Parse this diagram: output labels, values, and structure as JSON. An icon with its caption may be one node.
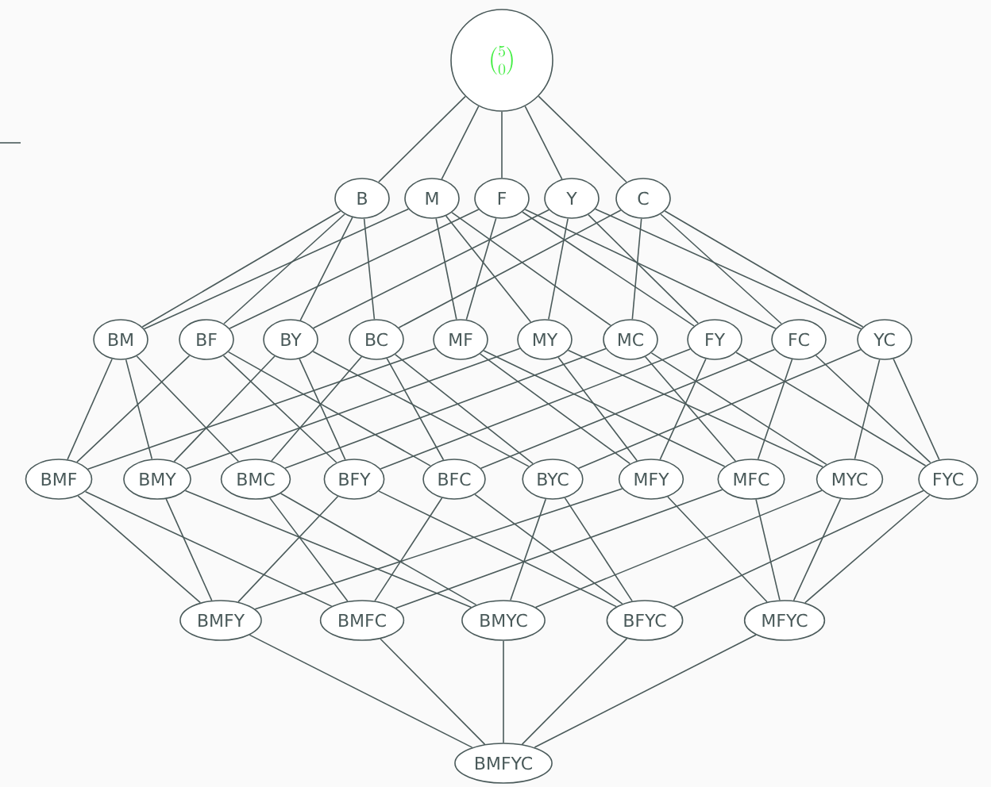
{
  "diagram": {
    "nodes": [
      {
        "text": [
          "\\binom{5}{0}"
        ]
      },
      {
        "text": [
          "B"
        ]
      },
      {
        "text": [
          "M"
        ]
      },
      {
        "text": [
          "F"
        ]
      },
      {
        "text": [
          "Y"
        ]
      },
      {
        "text": [
          "C"
        ]
      },
      {
        "text": [
          "BM"
        ]
      },
      {
        "text": [
          "BF"
        ]
      },
      {
        "text": [
          "BY"
        ]
      },
      {
        "text": [
          "BC"
        ]
      },
      {
        "text": [
          "MF"
        ]
      },
      {
        "text": [
          "MY"
        ]
      },
      {
        "text": [
          "MC"
        ]
      },
      {
        "text": [
          "FY"
        ]
      },
      {
        "text": [
          "FC"
        ]
      },
      {
        "text": [
          "YC"
        ]
      },
      {
        "text": [
          "BMF"
        ]
      },
      {
        "text": [
          "BMY"
        ]
      },
      {
        "text": [
          "BMC"
        ]
      },
      {
        "text": [
          "BFY"
        ]
      },
      {
        "text": [
          "BFC"
        ]
      },
      {
        "text": [
          "BYC"
        ]
      },
      {
        "text": [
          "MFY"
        ]
      },
      {
        "text": [
          "MFC"
        ]
      },
      {
        "text": [
          "MYC"
        ]
      },
      {
        "text": [
          "FYC"
        ]
      },
      {
        "text": [
          "BMFY"
        ]
      },
      {
        "text": [
          "BMFC"
        ]
      },
      {
        "text": [
          "BMYC"
        ]
      },
      {
        "text": [
          "BFYC"
        ]
      },
      {
        "text": [
          "MFYC"
        ]
      },
      {
        "text": [
          "BMFYC"
        ]
      }
    ],
    "edges": [
      {
        "from": 0,
        "to": 1,
        "arrow": "none"
      },
      {
        "from": 0,
        "to": 2,
        "arrow": "none"
      },
      {
        "from": 0,
        "to": 3,
        "arrow": "none"
      },
      {
        "from": 0,
        "to": 4,
        "arrow": "none"
      },
      {
        "from": 0,
        "to": 5,
        "arrow": "none"
      },
      {
        "from": 1,
        "to": 6,
        "arrow": "none"
      },
      {
        "from": 2,
        "to": 6,
        "arrow": "none"
      },
      {
        "from": 1,
        "to": 7,
        "arrow": "none"
      },
      {
        "from": 3,
        "to": 7,
        "arrow": "none"
      },
      {
        "from": 1,
        "to": 8,
        "arrow": "none"
      },
      {
        "from": 4,
        "to": 8,
        "arrow": "none"
      },
      {
        "from": 1,
        "to": 9,
        "arrow": "none"
      },
      {
        "from": 5,
        "to": 9,
        "arrow": "none"
      },
      {
        "from": 2,
        "to": 10,
        "arrow": "none"
      },
      {
        "from": 3,
        "to": 10,
        "arrow": "none"
      },
      {
        "from": 2,
        "to": 11,
        "arrow": "none"
      },
      {
        "from": 4,
        "to": 11,
        "arrow": "none"
      },
      {
        "from": 2,
        "to": 12,
        "arrow": "none"
      },
      {
        "from": 5,
        "to": 12,
        "arrow": "none"
      },
      {
        "from": 3,
        "to": 13,
        "arrow": "none"
      },
      {
        "from": 4,
        "to": 13,
        "arrow": "none"
      },
      {
        "from": 3,
        "to": 14,
        "arrow": "none"
      },
      {
        "from": 5,
        "to": 14,
        "arrow": "none"
      },
      {
        "from": 4,
        "to": 15,
        "arrow": "none"
      },
      {
        "from": 5,
        "to": 15,
        "arrow": "none"
      },
      {
        "from": 6,
        "to": 16,
        "arrow": "none"
      },
      {
        "from": 7,
        "to": 16,
        "arrow": "none"
      },
      {
        "from": 10,
        "to": 16,
        "arrow": "none"
      },
      {
        "from": 6,
        "to": 17,
        "arrow": "none"
      },
      {
        "from": 8,
        "to": 17,
        "arrow": "none"
      },
      {
        "from": 11,
        "to": 17,
        "arrow": "none"
      },
      {
        "from": 6,
        "to": 18,
        "arrow": "none"
      },
      {
        "from": 9,
        "to": 18,
        "arrow": "none"
      },
      {
        "from": 12,
        "to": 18,
        "arrow": "none"
      },
      {
        "from": 7,
        "to": 19,
        "arrow": "none"
      },
      {
        "from": 8,
        "to": 19,
        "arrow": "none"
      },
      {
        "from": 13,
        "to": 19,
        "arrow": "none"
      },
      {
        "from": 7,
        "to": 20,
        "arrow": "none"
      },
      {
        "from": 9,
        "to": 20,
        "arrow": "none"
      },
      {
        "from": 14,
        "to": 20,
        "arrow": "none"
      },
      {
        "from": 8,
        "to": 21,
        "arrow": "none"
      },
      {
        "from": 9,
        "to": 21,
        "arrow": "none"
      },
      {
        "from": 15,
        "to": 21,
        "arrow": "none"
      },
      {
        "from": 10,
        "to": 22,
        "arrow": "none"
      },
      {
        "from": 11,
        "to": 22,
        "arrow": "none"
      },
      {
        "from": 13,
        "to": 22,
        "arrow": "none"
      },
      {
        "from": 10,
        "to": 23,
        "arrow": "none"
      },
      {
        "from": 12,
        "to": 23,
        "arrow": "none"
      },
      {
        "from": 14,
        "to": 23,
        "arrow": "none"
      },
      {
        "from": 11,
        "to": 24,
        "arrow": "none"
      },
      {
        "from": 12,
        "to": 24,
        "arrow": "none"
      },
      {
        "from": 15,
        "to": 24,
        "arrow": "none"
      },
      {
        "from": 13,
        "to": 25,
        "arrow": "none"
      },
      {
        "from": 14,
        "to": 25,
        "arrow": "none"
      },
      {
        "from": 15,
        "to": 25,
        "arrow": "none"
      },
      {
        "from": 16,
        "to": 26,
        "arrow": "none"
      },
      {
        "from": 17,
        "to": 26,
        "arrow": "none"
      },
      {
        "from": 19,
        "to": 26,
        "arrow": "none"
      },
      {
        "from": 22,
        "to": 26,
        "arrow": "none"
      },
      {
        "from": 16,
        "to": 27,
        "arrow": "none"
      },
      {
        "from": 18,
        "to": 27,
        "arrow": "none"
      },
      {
        "from": 20,
        "to": 27,
        "arrow": "none"
      },
      {
        "from": 23,
        "to": 27,
        "arrow": "none"
      },
      {
        "from": 17,
        "to": 28,
        "arrow": "none"
      },
      {
        "from": 18,
        "to": 28,
        "arrow": "none"
      },
      {
        "from": 21,
        "to": 28,
        "arrow": "none"
      },
      {
        "from": 24,
        "to": 28,
        "arrow": "none"
      },
      {
        "from": 19,
        "to": 29,
        "arrow": "none"
      },
      {
        "from": 20,
        "to": 29,
        "arrow": "none"
      },
      {
        "from": 21,
        "to": 29,
        "arrow": "none"
      },
      {
        "from": 25,
        "to": 29,
        "arrow": "none"
      },
      {
        "from": 22,
        "to": 30,
        "arrow": "none"
      },
      {
        "from": 23,
        "to": 30,
        "arrow": "none"
      },
      {
        "from": 24,
        "to": 30,
        "arrow": "none"
      },
      {
        "from": 25,
        "to": 30,
        "arrow": "none"
      },
      {
        "from": 26,
        "to": 31,
        "arrow": "none"
      },
      {
        "from": 27,
        "to": 31,
        "arrow": "none"
      },
      {
        "from": 28,
        "to": 31,
        "arrow": "none"
      },
      {
        "from": 29,
        "to": 31,
        "arrow": "none"
      },
      {
        "from": 30,
        "to": 31,
        "arrow": "none"
      }
    ]
  }
}
